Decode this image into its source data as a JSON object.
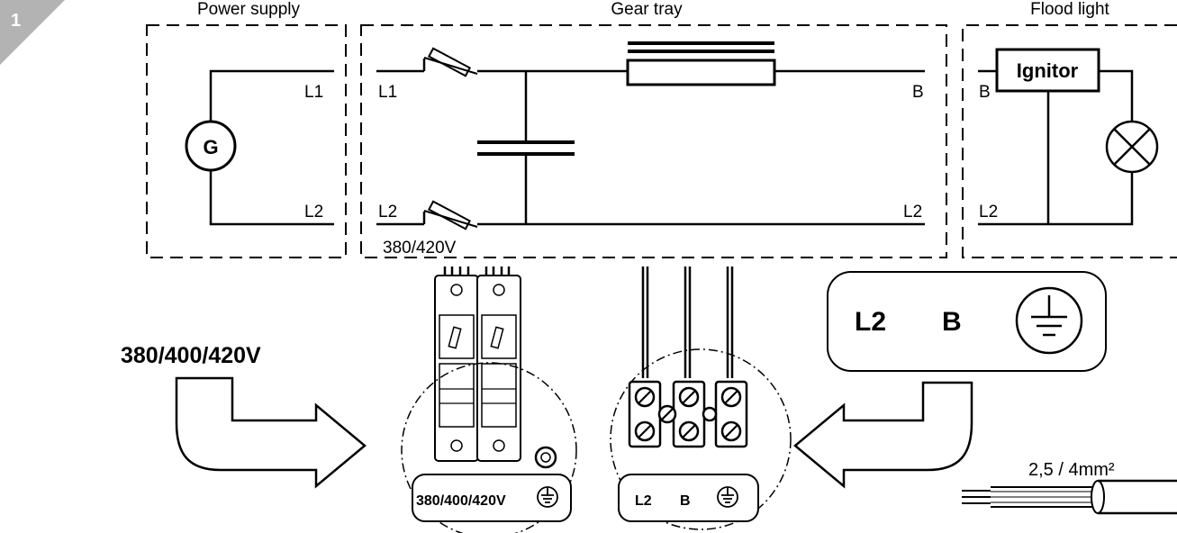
{
  "step_badge": "1",
  "sections": {
    "power_supply": {
      "title": "Power supply",
      "generator": "G",
      "terminal_top": "L1",
      "terminal_bottom": "L2"
    },
    "gear_tray": {
      "title": "Gear tray",
      "in_top": "L1",
      "in_bottom": "L2",
      "voltage": "380/420V",
      "out_top": "B",
      "out_bottom": "L2"
    },
    "flood_light": {
      "title": "Flood light",
      "in_top": "B",
      "in_bottom": "L2",
      "ignitor": "Ignitor"
    }
  },
  "lower": {
    "supply_voltage": "380/400/420V",
    "fuse_label": "380/400/420V",
    "terminal_labels": [
      "L2",
      "B"
    ],
    "callout_labels": [
      "L2",
      "B"
    ],
    "cable_spec": "2,5 / 4mm²"
  }
}
